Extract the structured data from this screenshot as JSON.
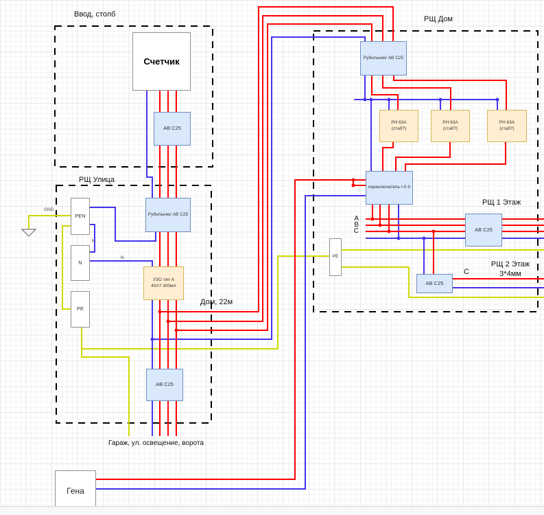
{
  "sections": {
    "vvod": {
      "title": "Ввод, столб",
      "meter": "Счетчик",
      "breaker": "АВ С25"
    },
    "ulitsa": {
      "title": "РЩ Улица",
      "pen": "PEN",
      "n": "N",
      "pe": "PE",
      "gnd": "GND",
      "n_tag": "N",
      "rubilnik": "Рубильник/ АВ С25",
      "uzo_line1": "УЗО тип А",
      "uzo_line2": "40А? 300мА",
      "breaker": "АВ С25"
    },
    "dom": {
      "title": "РЩ Дом",
      "rubilnik": "Рубильник/ АВ С25",
      "rn_line1": "РН 63А",
      "rn_line2": "(стаб?)",
      "switch": "переключатель I-0-II",
      "pe": "PE",
      "phase_a": "А",
      "phase_b": "В",
      "phase_c": "С",
      "floor1": {
        "title": "РЩ 1 Этаж",
        "breaker": "АВ С25"
      },
      "floor2": {
        "title_line1": "РЩ 2 Этаж",
        "title_line2": "3*4мм",
        "phase": "С",
        "breaker": "АВ С25"
      }
    },
    "generator": {
      "label": "Гена"
    },
    "annotations": {
      "dom_cable": "Дом, 22м",
      "garage": "Гараж, ул. освещение, ворота"
    }
  },
  "colors": {
    "phase_wire": "#ff0000",
    "neutral_wire": "#4433ee",
    "pe_wire": "#cfd900",
    "device_fill": "#dae8fc",
    "device_border": "#6c8ebf",
    "relay_fill": "#ffeed2",
    "relay_border": "#d6b656"
  }
}
